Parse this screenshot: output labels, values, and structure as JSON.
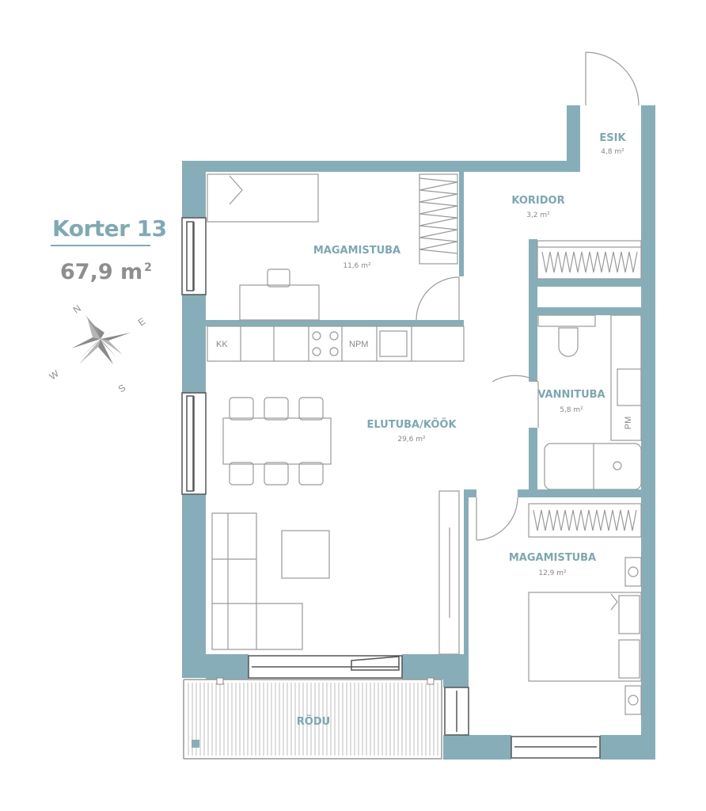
{
  "header": {
    "apartment_title": "Korter 13",
    "area_value": "67,9 m",
    "area_unit_sup": "2"
  },
  "compass": {
    "n": "N",
    "e": "E",
    "s": "S",
    "w": "W"
  },
  "rooms": [
    {
      "name": "MAGAMISTUBA",
      "area": "11,6 m²"
    },
    {
      "name": "KORIDOR",
      "area": "3,2 m²"
    },
    {
      "name": "ESIK",
      "area": "4,8 m²"
    },
    {
      "name": "ELUTUBA/KÖÖK",
      "area": "29,6 m²"
    },
    {
      "name": "VANNITUBA",
      "area": "5,8 m²"
    },
    {
      "name": "MAGAMISTUBA",
      "area": "12,9 m²"
    },
    {
      "name": "RÕDU",
      "area": ""
    }
  ],
  "fixtures": {
    "kk": "KK",
    "npm": "NPM",
    "pm": "PM"
  },
  "colors": {
    "wall": "#87aeb8",
    "accent": "#80a9b2",
    "text_gray": "#8e8e8e",
    "line": "#9a9a9a",
    "room_label": "#7ea7b0"
  }
}
